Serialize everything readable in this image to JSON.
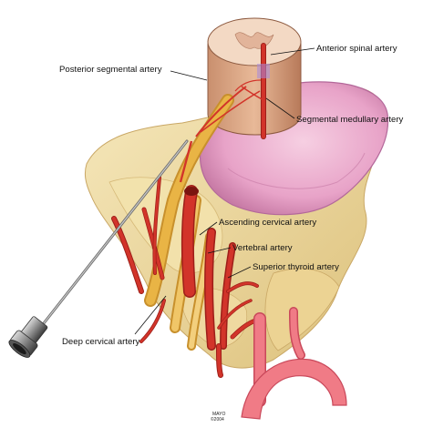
{
  "labels": {
    "anterior_spinal_artery": "Anterior spinal artery",
    "posterior_segmental_artery": "Posterior segmental artery",
    "segmental_medullary_artery": "Segmental medullary artery",
    "ascending_cervical_artery": "Ascending cervical artery",
    "vertebral_artery": "Vertebral artery",
    "superior_thyroid_artery": "Superior thyroid artery",
    "deep_cervical_artery": "Deep cervical artery"
  },
  "credit": {
    "line1": "MAYO",
    "line2": "©2004"
  },
  "colors": {
    "artery_red": "#d2342a",
    "artery_dark": "#9e1f19",
    "bone_cream": "#f2dfa4",
    "bone_shadow": "#dcc07a",
    "disc_pink": "#e8a3c8",
    "nerve_yellow": "#e9b445",
    "aorta_pink": "#f07b86"
  }
}
